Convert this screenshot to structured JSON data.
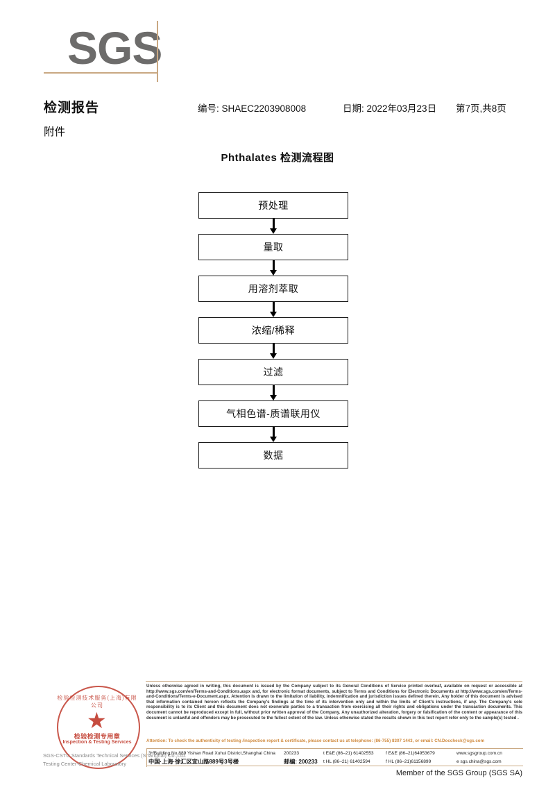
{
  "logo": {
    "text": "SGS",
    "color": "#6d6c6b",
    "rule_color": "#c9a882"
  },
  "header": {
    "doc_title": "检测报告",
    "report_no": "编号: SHAEC2203908008",
    "report_date": "日期: 2022年03月23日",
    "page_count": "第7页,共8页",
    "attachment_label": "附件"
  },
  "flowchart": {
    "title": "Phthalates 检测流程图",
    "steps": [
      {
        "label": "预处理"
      },
      {
        "label": "量取"
      },
      {
        "label": "用溶剂萃取"
      },
      {
        "label": "浓缩/稀释"
      },
      {
        "label": "过滤"
      },
      {
        "label": "气相色谱-质谱联用仪"
      },
      {
        "label": "数据"
      }
    ]
  },
  "stamp": {
    "arc_top": "检验检测技术服务(上海)有限公司",
    "cn_text": "检验检测专用章",
    "en_text": "Inspection & Testing Services",
    "star": "★",
    "overlay_line_1": "SGS-CSTC Standards Technical Services (Shanghai) Co.,Ltd.",
    "overlay_line_2": "Testing Center-Chemical Laboratory",
    "color": "#c0392b"
  },
  "footer": {
    "legal_text": "Unless otherwise agreed in writing, this document is issued by the Company subject to its General Conditions of Service printed overleaf, available on request or accessible at http://www.sgs.com/en/Terms-and-Conditions.aspx and, for electronic format documents, subject to Terms and Conditions for Electronic Documents at http://www.sgs.com/en/Terms-and-Conditions/Terms-e-Document.aspx. Attention is drawn to the limitation of liability, indemnification and jurisdiction issues defined therein. Any holder of this document is advised that information contained hereon reflects the Company's findings at the time of its intervention only and within the limits of Client's instructions, if any. The Company's sole responsibility is to its Client and this document does not exonerate parties to a transaction from exercising all their rights and obligations under the transaction documents. This document cannot be reproduced except in full, without prior written approval of the Company. Any unauthorized alteration, forgery or falsification of the content or appearance of this document is unlawful and offenders may be prosecuted to the fullest extent of the law. Unless otherwise stated the results shown in this test report refer only to the sample(s) tested .",
    "attention_text": "Attention: To check the authenticity of testing /inspection report & certificate, please contact us at telephone: (86-755) 8307 1443, or email: CN.Doccheck@sgs.com",
    "attention_color": "#d08a3e",
    "address_en": "3ʳᵈBuilding,No.889 Yishan Road Xuhui District,Shanghai China",
    "address_cn": "中国·上海·徐汇区宜山路889号3号楼",
    "zip_en": "200233",
    "zip_cn": "邮编: 200233",
    "tel_en": "t E&E (86–21) 61402553",
    "fax_en": "f E&E (86–21)64953679",
    "web_en": "www.sgsgroup.com.cn",
    "tel_cn": "t HL (86–21) 61402594",
    "fax_cn": "f HL (86–21)61156899",
    "web_cn": "e  sgs.china@sgs.com",
    "member_line": "Member of the SGS Group (SGS SA)"
  }
}
